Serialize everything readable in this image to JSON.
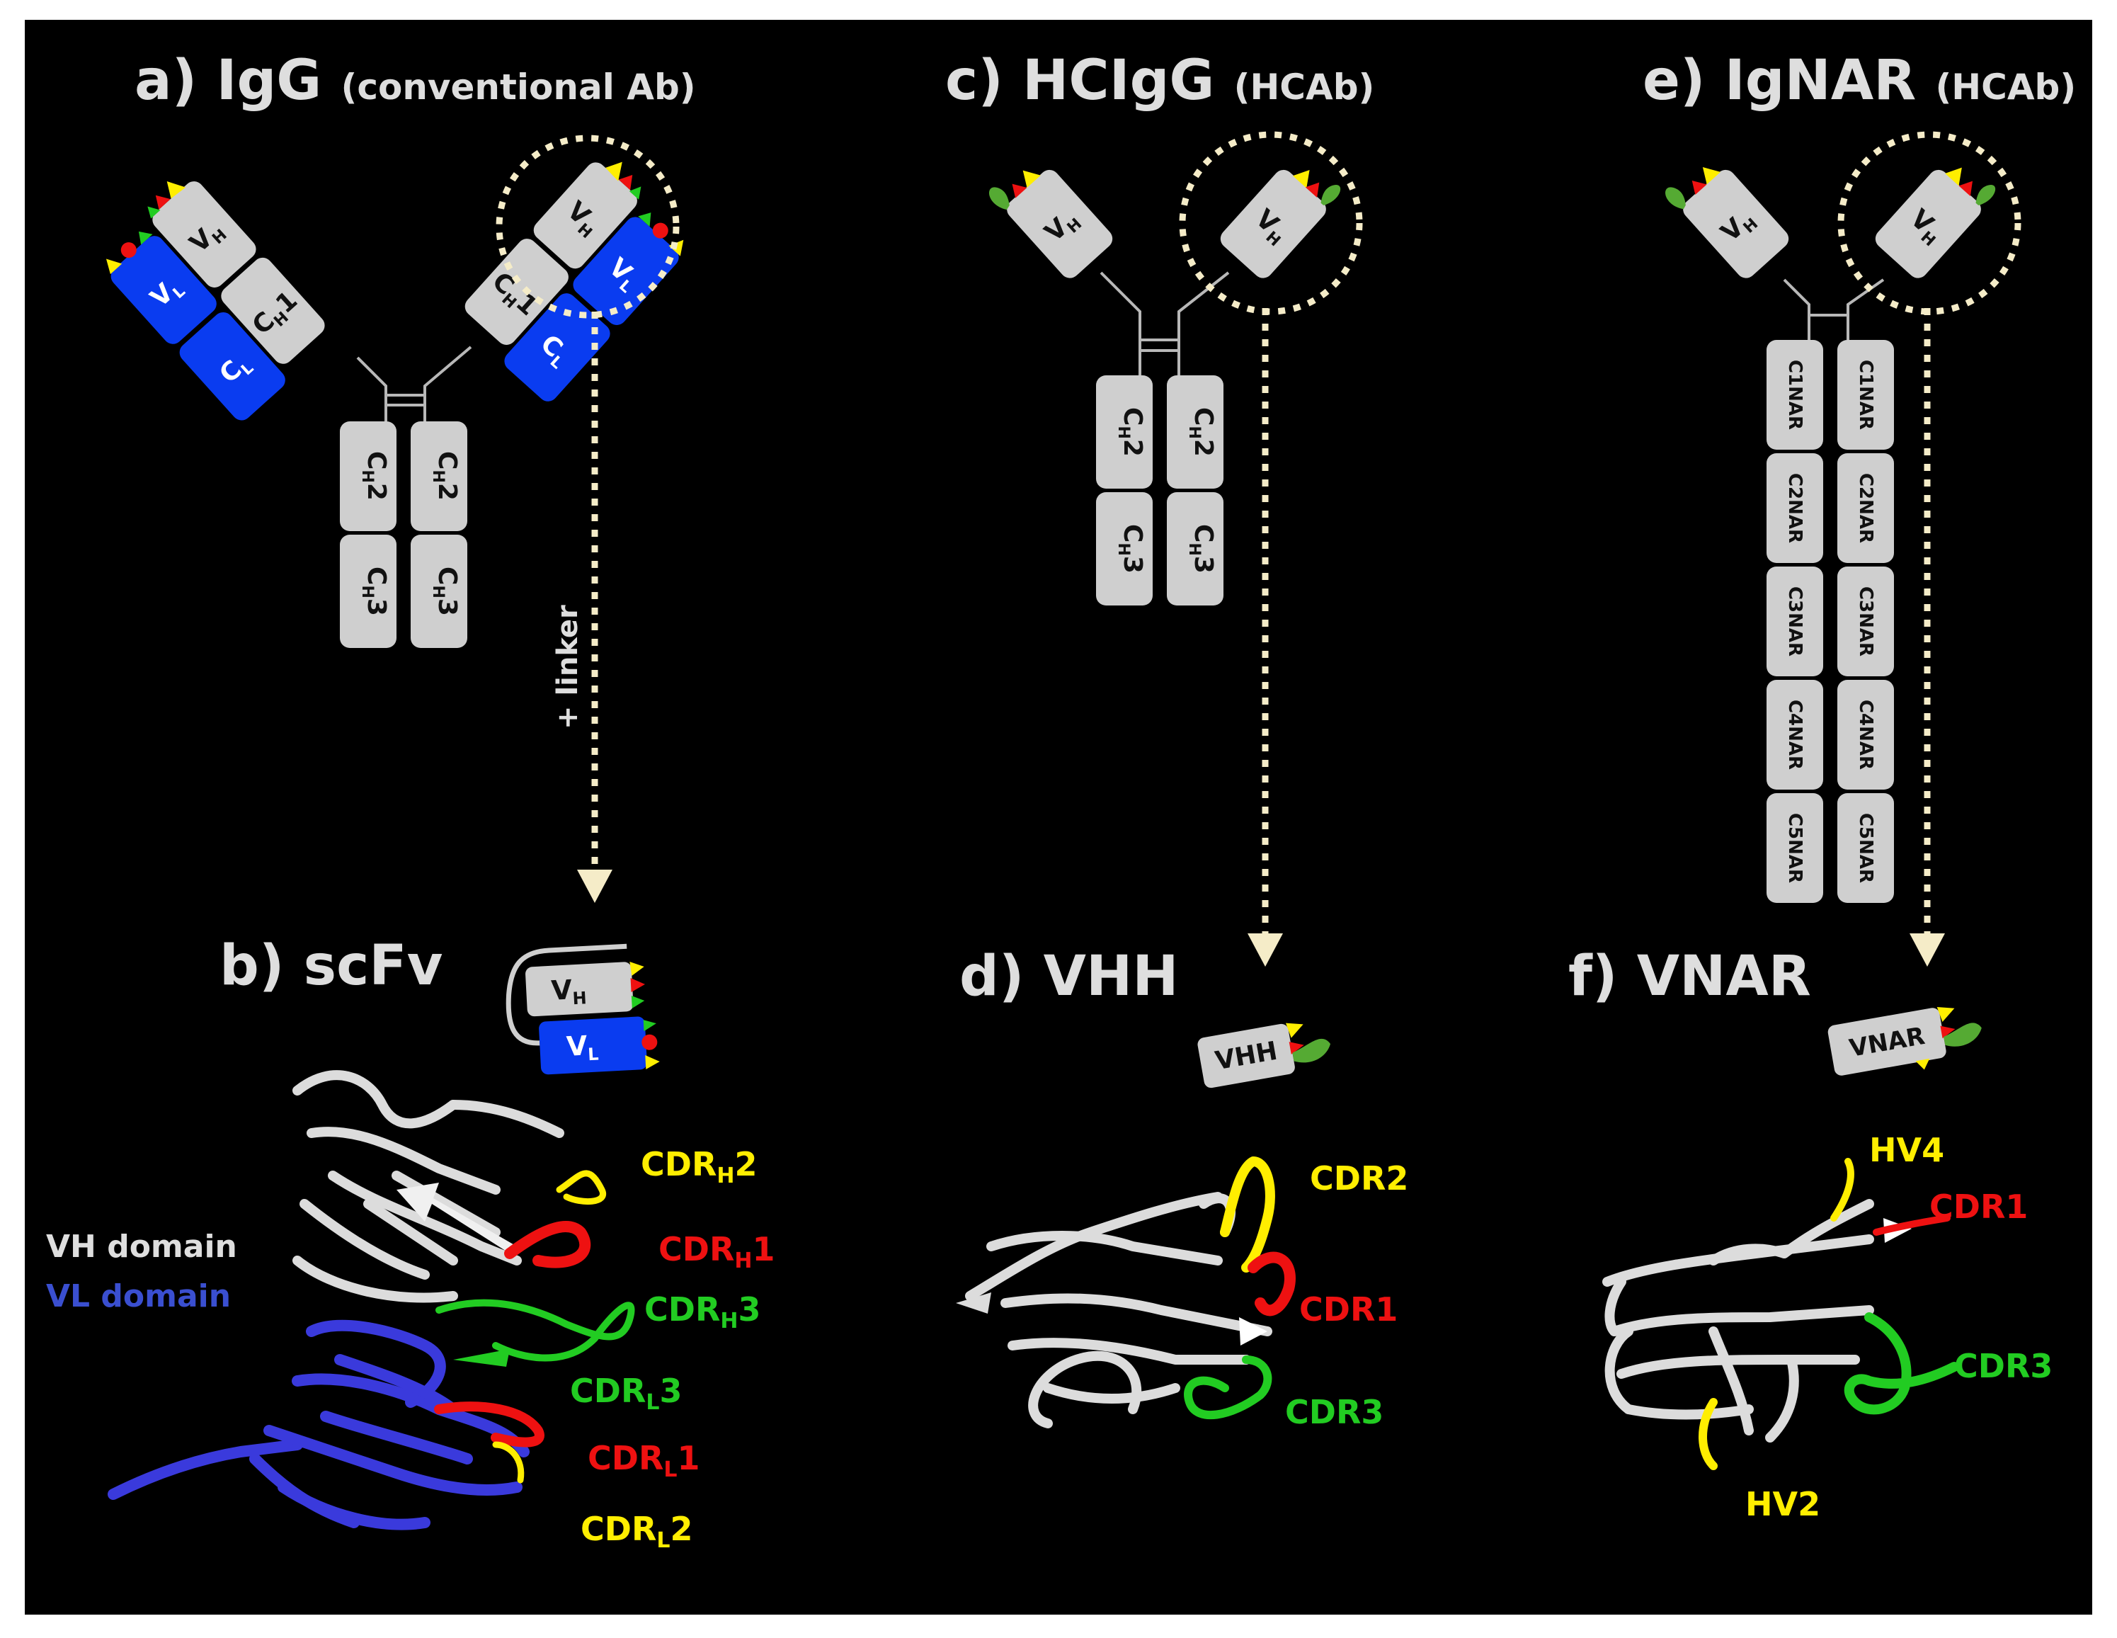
{
  "panels": {
    "a": {
      "prefix": "a) IgG",
      "suffix": "(conventional Ab)"
    },
    "b": {
      "prefix": "b) scFv"
    },
    "c": {
      "prefix": "c) HCIgG",
      "suffix": "(HCAb)"
    },
    "d": {
      "prefix": "d) VHH"
    },
    "e": {
      "prefix": "e) IgNAR",
      "suffix": "(HCAb)"
    },
    "f": {
      "prefix": "f) VNAR"
    }
  },
  "domains": {
    "v": "V",
    "c": "C",
    "h_sub": "H",
    "l_sub": "L",
    "ch1": "1",
    "ch2": "2",
    "ch3": "3",
    "vhh": "VHH",
    "vnar": "VNAR",
    "nar": [
      "C1NAR",
      "C2NAR",
      "C3NAR",
      "C4NAR",
      "C5NAR"
    ]
  },
  "linker_label": "+ linker",
  "legend": {
    "vh": "VH domain",
    "vl": "VL domain"
  },
  "cdr_labels": {
    "scfv": {
      "cdrh2": {
        "main": "CDR",
        "sub": "H",
        "num": "2"
      },
      "cdrh1": {
        "main": "CDR",
        "sub": "H",
        "num": "1"
      },
      "cdrh3": {
        "main": "CDR",
        "sub": "H",
        "num": "3"
      },
      "cdrl3": {
        "main": "CDR",
        "sub": "L",
        "num": "3"
      },
      "cdrl1": {
        "main": "CDR",
        "sub": "L",
        "num": "1"
      },
      "cdrl2": {
        "main": "CDR",
        "sub": "L",
        "num": "2"
      }
    },
    "vhh": {
      "cdr2": "CDR2",
      "cdr1": "CDR1",
      "cdr3": "CDR3"
    },
    "vnar": {
      "hv4": "HV4",
      "cdr1": "CDR1",
      "cdr3": "CDR3",
      "hv2": "HV2"
    }
  },
  "colors": {
    "background": "#000000",
    "domain_gray": "#cfcfcf",
    "domain_blue": "#0a3cf0",
    "title": "#dedede",
    "yellow": "#ffee00",
    "red": "#ee1111",
    "green": "#22cc22",
    "cream": "#f5ecc8",
    "vl_legend": "#3a4fd0"
  }
}
